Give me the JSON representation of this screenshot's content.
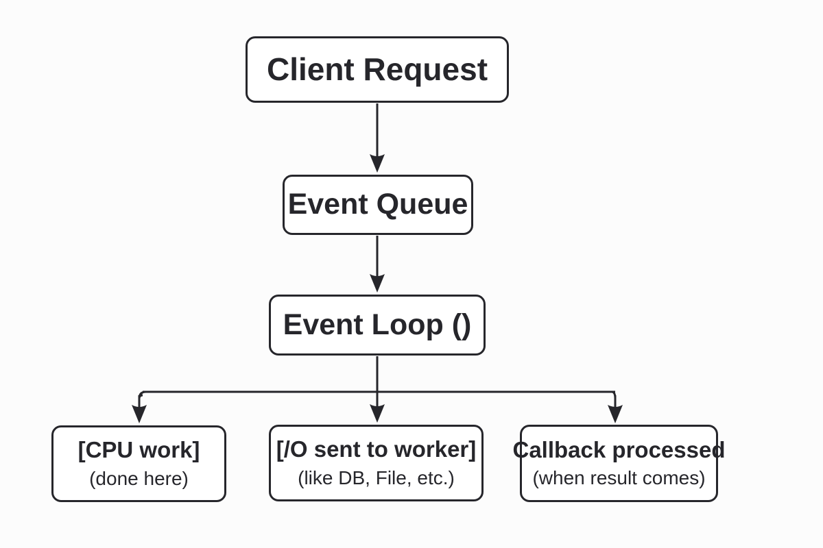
{
  "diagram": {
    "type": "flowchart",
    "colors": {
      "background": "#fcfcfc",
      "node_fill": "#ffffff",
      "node_border": "#26262b",
      "line": "#26262b",
      "text": "#26262b"
    },
    "nodes": [
      {
        "id": "client-request",
        "label": "Client Request"
      },
      {
        "id": "event-queue",
        "label": "Event Queue"
      },
      {
        "id": "event-loop",
        "label": "Event Loop ()"
      },
      {
        "id": "cpu-work",
        "label": "[CPU work]",
        "sublabel": "(done here)"
      },
      {
        "id": "io-worker",
        "label": "[/O sent to worker]",
        "sublabel": "(like DB, File, etc.)"
      },
      {
        "id": "callback",
        "label": "Callback processed",
        "sublabel": "(when result comes)"
      }
    ],
    "edges": [
      {
        "from": "client-request",
        "to": "event-queue"
      },
      {
        "from": "event-queue",
        "to": "event-loop"
      },
      {
        "from": "event-loop",
        "to": "cpu-work"
      },
      {
        "from": "event-loop",
        "to": "io-worker"
      },
      {
        "from": "event-loop",
        "to": "callback"
      }
    ]
  }
}
